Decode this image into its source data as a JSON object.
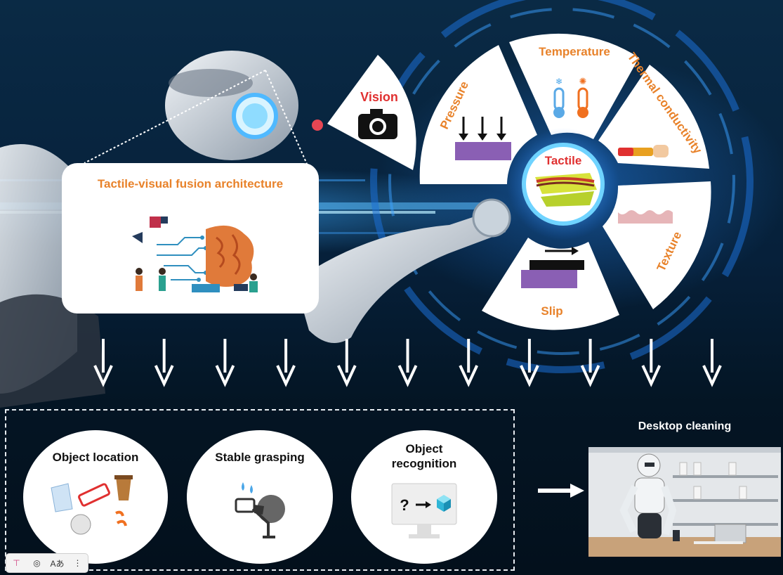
{
  "header": {
    "fusion_title": "Tactile-visual fusion architecture"
  },
  "wheel": {
    "vision": "Vision",
    "center": "Tactile",
    "segments": [
      "Temperature",
      "Thermal conductivity",
      "Texture",
      "Slip",
      "Pressure"
    ]
  },
  "applications": {
    "cards": [
      "Object location",
      "Stable grasping",
      "Object recognition"
    ],
    "result_title": "Desktop cleaning"
  },
  "colors": {
    "accent_orange": "#e8822a",
    "accent_red": "#e03030",
    "pressure_block": "#8a5fb4",
    "texture_block": "#e6b5b8"
  },
  "icons": [
    "camera-icon",
    "thermometer-cold-icon",
    "thermometer-hot-icon",
    "brain-icon",
    "arrow-down-icon",
    "arrow-right-icon",
    "question-icon",
    "cube-icon",
    "robot-icon"
  ]
}
